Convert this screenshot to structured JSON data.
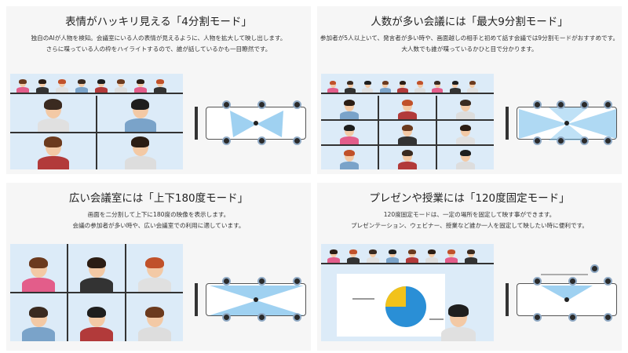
{
  "panels": [
    {
      "title": "表情がハッキリ見える「4分割モード」",
      "desc": [
        "独自のAIが人物を検知。会議室にいる人の表情が見えるように、人物を拡大して映し出します。",
        "さらに喋っている人の枠をハイライトするので、誰が話しているかも一目瞭然です。"
      ]
    },
    {
      "title": "人数が多い会議には「最大9分割モード」",
      "desc": [
        "参加者が5人以上いて、発言者が多い時や、画面越しの相手と初めて話す会議では9分割モードがおすすめです。",
        "大人数でも誰が喋っているかひと目で分かります。"
      ]
    },
    {
      "title": "広い会議室には「上下180度モード」",
      "desc": [
        "画面を二分割して上下に180度の映像を表示します。",
        "会議の参加者が多い時や、広い会議室での利用に適しています。"
      ]
    },
    {
      "title": "プレゼンや授業には「120度固定モード」",
      "desc": [
        "120度固定モードは、一定の場所を固定して映す事ができます。",
        "プレゼンテーション、ウェビナー、授業など誰か一人を固定して映したい時に便利です。"
      ]
    }
  ],
  "colors": {
    "screen_bg": "#dcebf8",
    "beam": "#5fb3e8",
    "panel_bg": "#f6f6f6"
  }
}
